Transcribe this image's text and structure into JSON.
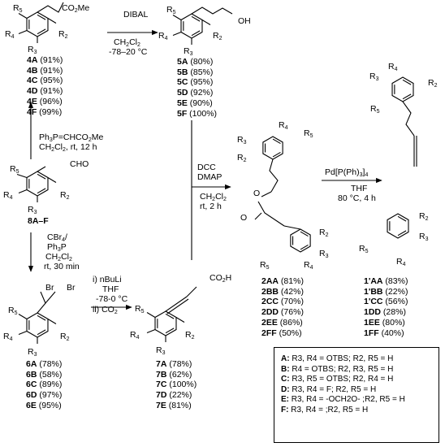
{
  "labels": {
    "r1": "R",
    "r2": "R",
    "r3": "R",
    "r4": "R",
    "r5": "R",
    "co2me": "CO",
    "me": "Me",
    "oh": "OH",
    "cho": "CHO",
    "co2h": "CO",
    "h": "H",
    "br": "Br",
    "o": "O"
  },
  "reagents": {
    "dibal": "DIBAL",
    "dibal_solvent": "CH",
    "dibal_temp": "-78–20 °C",
    "wittig_1": "Ph",
    "wittig_1b": "P=CHCO",
    "wittig_1c": "Me",
    "wittig_2": "CH",
    "wittig_2b": "Cl",
    "wittig_2c": ", rt, 12 h",
    "cbr4": "CBr",
    "ph3p": "Ph",
    "ch2cl2": "CH",
    "cbr_time": "rt, 30 min",
    "nbuli_1": "i) nBuLi",
    "nbuli_2": "THF",
    "nbuli_3": "-78-0 °C",
    "nbuli_4": "ii) CO",
    "dcc": "DCC",
    "dmap": "DMAP",
    "dcc_solvent": "CH",
    "dcc_time": "rt, 2 h",
    "pd_1": "Pd[P(Ph)",
    "pd_1b": "]",
    "pd_2": "THF",
    "pd_3": "80 °C, 4 h"
  },
  "compounds": {
    "cmp8": "8A–F",
    "list4": [
      {
        "id": "4A",
        "yield": "(91%)"
      },
      {
        "id": "4B",
        "yield": "(91%)"
      },
      {
        "id": "4C",
        "yield": "(95%)"
      },
      {
        "id": "4D",
        "yield": "(91%)"
      },
      {
        "id": "4E",
        "yield": "(96%)"
      },
      {
        "id": "4F",
        "yield": "(99%)"
      }
    ],
    "list5": [
      {
        "id": "5A",
        "yield": "(80%)"
      },
      {
        "id": "5B",
        "yield": "(85%)"
      },
      {
        "id": "5C",
        "yield": "(95%)"
      },
      {
        "id": "5D",
        "yield": "(92%)"
      },
      {
        "id": "5E",
        "yield": "(90%)"
      },
      {
        "id": "5F",
        "yield": "(100%)"
      }
    ],
    "list6": [
      {
        "id": "6A",
        "yield": "(78%)"
      },
      {
        "id": "6B",
        "yield": "(58%)"
      },
      {
        "id": "6C",
        "yield": "(89%)"
      },
      {
        "id": "6D",
        "yield": "(97%)"
      },
      {
        "id": "6E",
        "yield": "(95%)"
      }
    ],
    "list7": [
      {
        "id": "7A",
        "yield": "(78%)"
      },
      {
        "id": "7B",
        "yield": "(62%)"
      },
      {
        "id": "7C",
        "yield": "(100%)"
      },
      {
        "id": "7D",
        "yield": "(22%)"
      },
      {
        "id": "7E",
        "yield": "(81%)"
      }
    ],
    "list2": [
      {
        "id": "2AA",
        "yield": "(81%)"
      },
      {
        "id": "2BB",
        "yield": "(42%)"
      },
      {
        "id": "2CC",
        "yield": "(70%)"
      },
      {
        "id": "2DD",
        "yield": "(76%)"
      },
      {
        "id": "2EE",
        "yield": "(86%)"
      },
      {
        "id": "2FF",
        "yield": "(50%)"
      }
    ],
    "list1": [
      {
        "id": "1'AA",
        "yield": "(83%)"
      },
      {
        "id": "1'BB",
        "yield": "(22%)"
      },
      {
        "id": "1'CC",
        "yield": "(56%)"
      },
      {
        "id": "1DD",
        "yield": "(28%)"
      },
      {
        "id": "1EE",
        "yield": "(80%)"
      },
      {
        "id": "1FF",
        "yield": "(40%)"
      }
    ]
  },
  "legend": [
    {
      "key": "A:",
      "text": " R3, R4 = OTBS; R2, R5 = H"
    },
    {
      "key": "B:",
      "text": " R4 = OTBS; R2, R3, R5 = H"
    },
    {
      "key": "C:",
      "text": " R3, R5 = OTBS; R2, R4 = H"
    },
    {
      "key": "D:",
      "text": " R3, R4 = F; R2, R5 = H"
    },
    {
      "key": "E:",
      "text": " R3, R4 = -OCH2O- ;R2, R5 = H"
    },
    {
      "key": "F:",
      "text": " R3, R4 =                 ;R2, R5 = H"
    }
  ],
  "subs": {
    "two": "2",
    "three": "3",
    "four": "4",
    "five": "5"
  }
}
